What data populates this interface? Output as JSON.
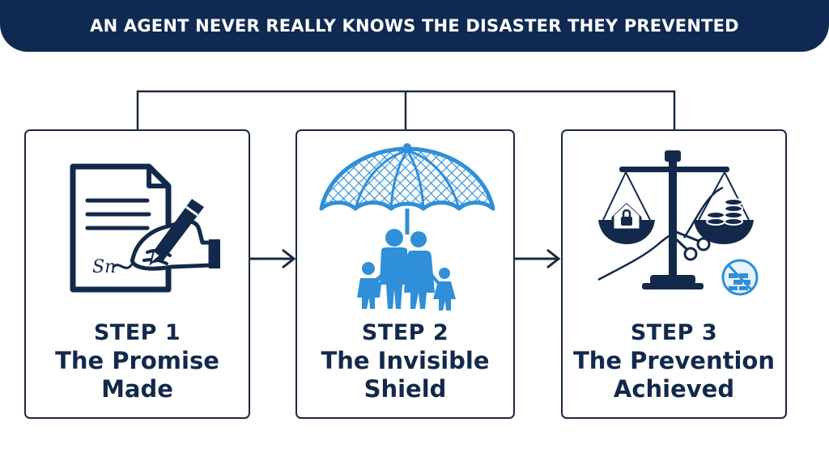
{
  "header": {
    "title": "AN AGENT NEVER REALLY KNOWS THE DISASTER THEY PREVENTED"
  },
  "steps": [
    {
      "step": "STEP 1",
      "title_line1": "The Promise",
      "title_line2": "Made",
      "icon": "contract-signing-icon"
    },
    {
      "step": "STEP 2",
      "title_line1": "The Invisible",
      "title_line2": "Shield",
      "icon": "umbrella-family-icon"
    },
    {
      "step": "STEP 3",
      "title_line1": "The Prevention",
      "title_line2": "Achieved",
      "icon": "balance-scale-icon"
    }
  ],
  "signature_text": "Sn",
  "colors": {
    "banner": "#0f2a52",
    "navy": "#13294b",
    "accent_blue": "#2f8fd8",
    "line": "#1b2a3e"
  }
}
